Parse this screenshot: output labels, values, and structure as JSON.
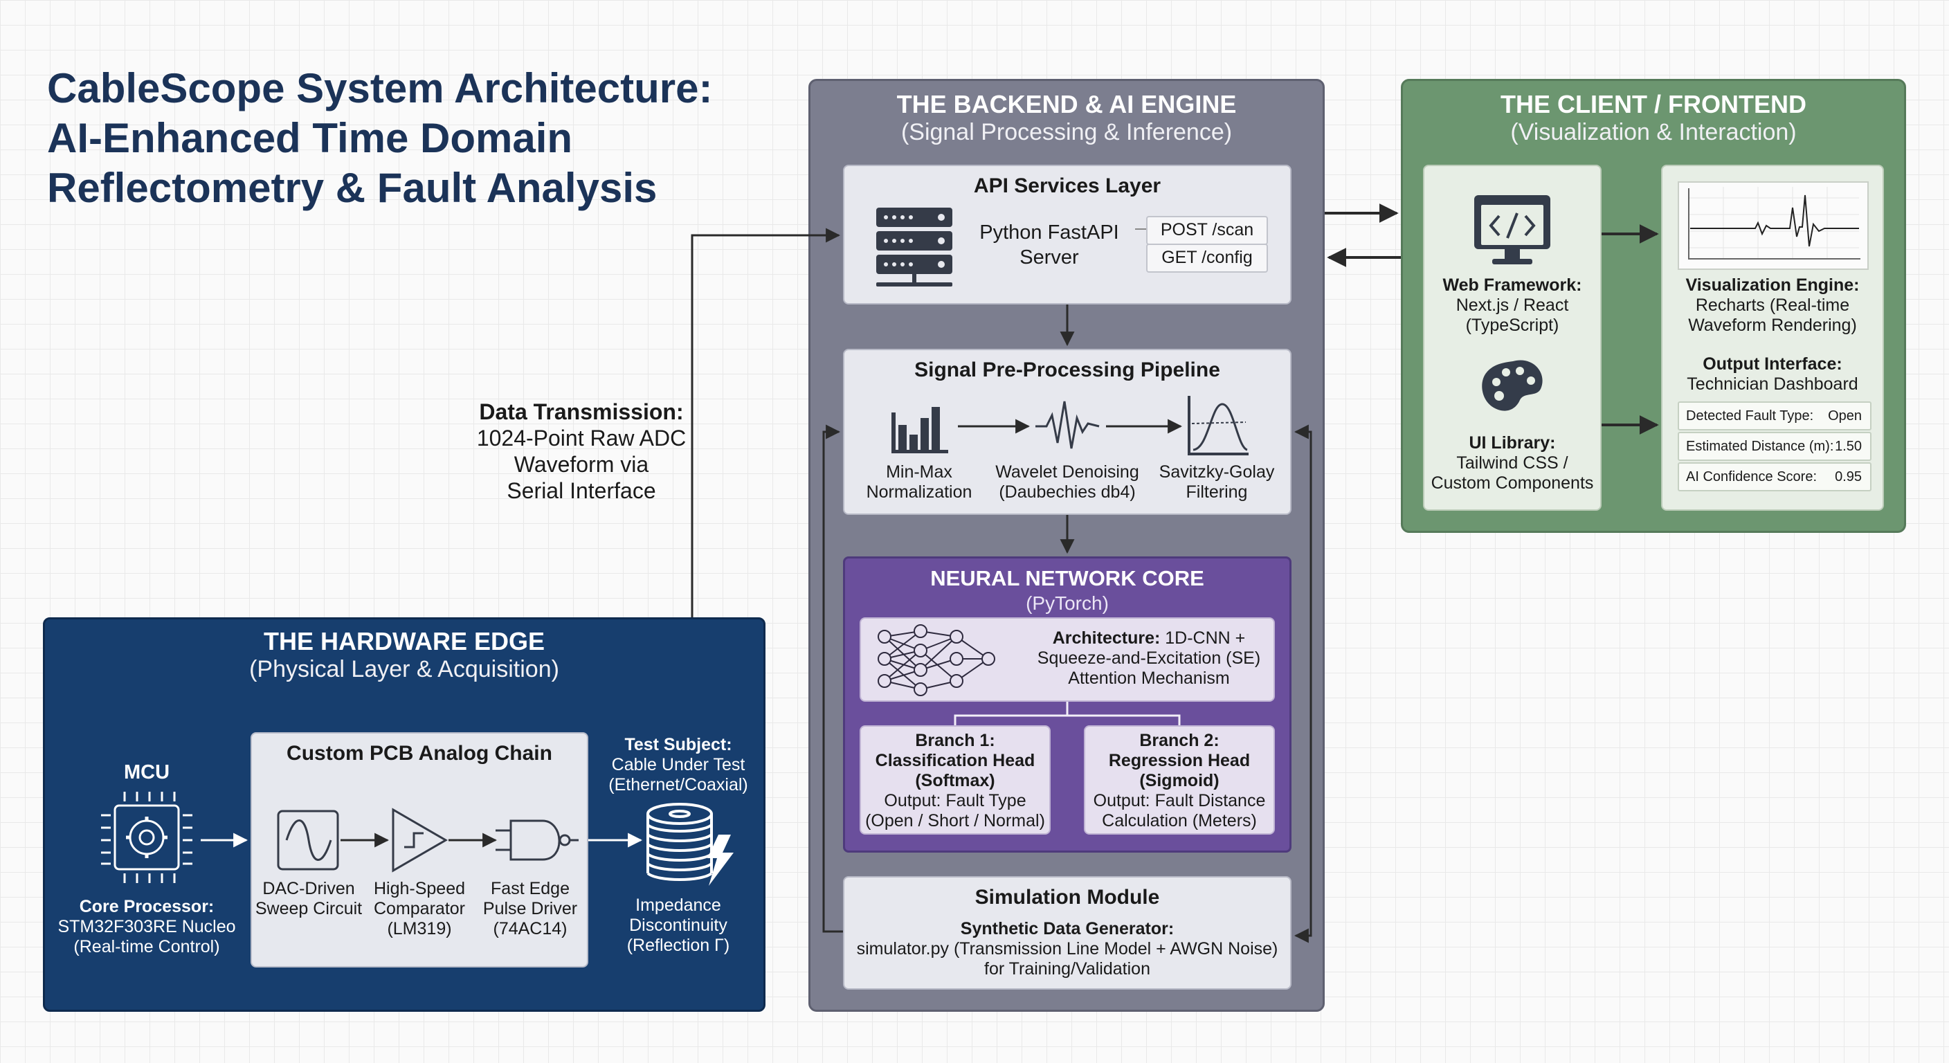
{
  "title": {
    "line1": "CableScope System Architecture:",
    "line2": "AI-Enhanced Time Domain",
    "line3": "Reflectometry & Fault Analysis"
  },
  "data_transmission": {
    "heading": "Data Transmission:",
    "line1": "1024-Point Raw ADC",
    "line2": "Waveform via",
    "line3": "Serial Interface"
  },
  "hardware": {
    "heading": "THE HARDWARE EDGE",
    "subheading": "(Physical Layer & Acquisition)",
    "mcu": {
      "label": "MCU",
      "caption_bold": "Core Processor:",
      "caption_line1": "STM32F303RE Nucleo",
      "caption_line2": "(Real-time Control)"
    },
    "pcb": {
      "title": "Custom PCB Analog Chain",
      "dac": [
        "DAC-Driven",
        "Sweep Circuit"
      ],
      "comparator": [
        "High-Speed",
        "Comparator",
        "(LM319)"
      ],
      "driver": [
        "Fast Edge",
        "Pulse Driver",
        "(74AC14)"
      ]
    },
    "test_subject": {
      "heading": "Test Subject:",
      "line1": "Cable Under Test",
      "line2": "(Ethernet/Coaxial)",
      "caption": [
        "Impedance",
        "Discontinuity",
        "(Reflection Γ)"
      ]
    }
  },
  "backend": {
    "heading": "THE BACKEND & AI ENGINE",
    "subheading": "(Signal Processing & Inference)",
    "api": {
      "title": "API Services Layer",
      "server_line1": "Python FastAPI",
      "server_line2": "Server",
      "endpoints": [
        "POST /scan",
        "GET /config"
      ]
    },
    "pipeline": {
      "title": "Signal Pre-Processing Pipeline",
      "steps": [
        {
          "line1": "Min-Max",
          "line2": "Normalization"
        },
        {
          "line1": "Wavelet Denoising",
          "line2": "(Daubechies db4)"
        },
        {
          "line1": "Savitzky-Golay",
          "line2": "Filtering"
        }
      ]
    },
    "nn": {
      "heading": "NEURAL NETWORK CORE",
      "subheading": "(PyTorch)",
      "arch_bold": "Architecture:",
      "arch_line1": "1D-CNN +",
      "arch_line2": "Squeeze-and-Excitation (SE)",
      "arch_line3": "Attention Mechanism",
      "branch1": [
        "Branch 1:",
        "Classification Head",
        "(Softmax)",
        "Output: Fault Type",
        "(Open / Short / Normal)"
      ],
      "branch2": [
        "Branch 2:",
        "Regression Head",
        "(Sigmoid)",
        "Output: Fault Distance",
        "Calculation (Meters)"
      ]
    },
    "sim": {
      "title": "Simulation Module",
      "bold": "Synthetic Data Generator:",
      "line1": "simulator.py (Transmission Line Model + AWGN Noise)",
      "line2": "for Training/Validation"
    }
  },
  "client": {
    "heading": "THE CLIENT / FRONTEND",
    "subheading": "(Visualization & Interaction)",
    "web": {
      "bold": "Web Framework:",
      "line1": "Next.js / React",
      "line2": "(TypeScript)"
    },
    "ui": {
      "bold": "UI Library:",
      "line1": "Tailwind CSS /",
      "line2": "Custom Components"
    },
    "viz": {
      "bold": "Visualization Engine:",
      "line1": "Recharts (Real-time",
      "line2": "Waveform Rendering)"
    },
    "output": {
      "bold": "Output Interface:",
      "line1": "Technician Dashboard"
    },
    "dashboard": [
      {
        "label": "Detected Fault Type:",
        "value": "Open"
      },
      {
        "label": "Estimated Distance (m):",
        "value": "1.50"
      },
      {
        "label": "AI Confidence Score:",
        "value": "0.95"
      }
    ]
  },
  "colors": {
    "hardware": "#173e6e",
    "backend": "#7c7e8f",
    "nn_core": "#6a4f9c",
    "client": "#6c9670",
    "title": "#1b3358"
  }
}
